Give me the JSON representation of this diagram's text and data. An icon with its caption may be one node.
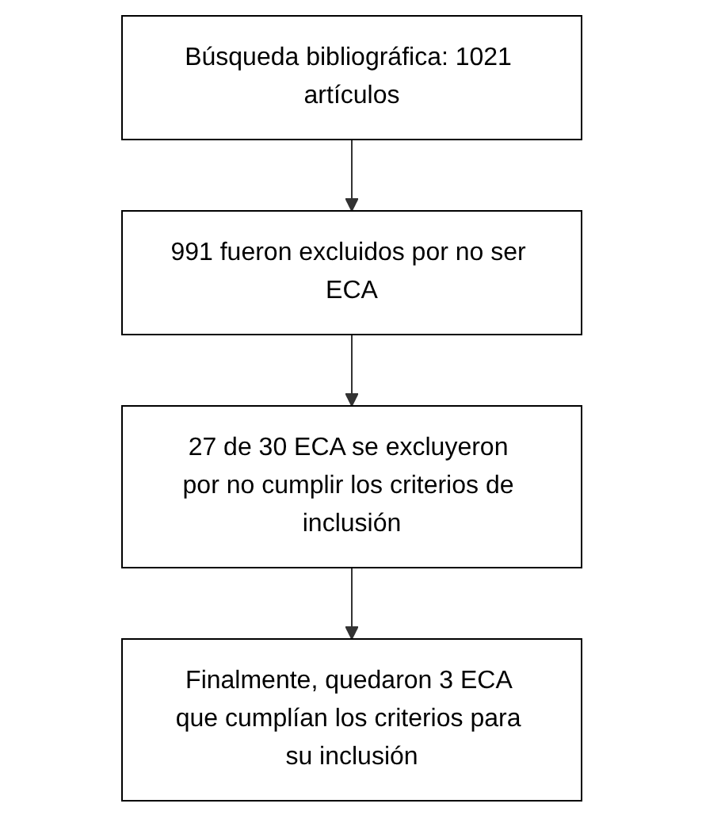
{
  "diagram": {
    "nodes": [
      {
        "text": [
          "Búsqueda bibliográfica: 1021 artículos"
        ]
      },
      {
        "text": [
          "991 fueron excluidos por no ser ECA"
        ]
      },
      {
        "text": [
          "27 de 30 ECA se excluyeron por no cumplir los criterios de inclusión"
        ]
      },
      {
        "text": [
          "Finalmente, quedaron 3 ECA que cumplían los criterios para su inclusión"
        ]
      }
    ],
    "edges": [
      {
        "from": 0,
        "to": 1,
        "arrow": "to"
      },
      {
        "from": 1,
        "to": 2,
        "arrow": "to"
      },
      {
        "from": 2,
        "to": 3,
        "arrow": "to"
      }
    ]
  }
}
